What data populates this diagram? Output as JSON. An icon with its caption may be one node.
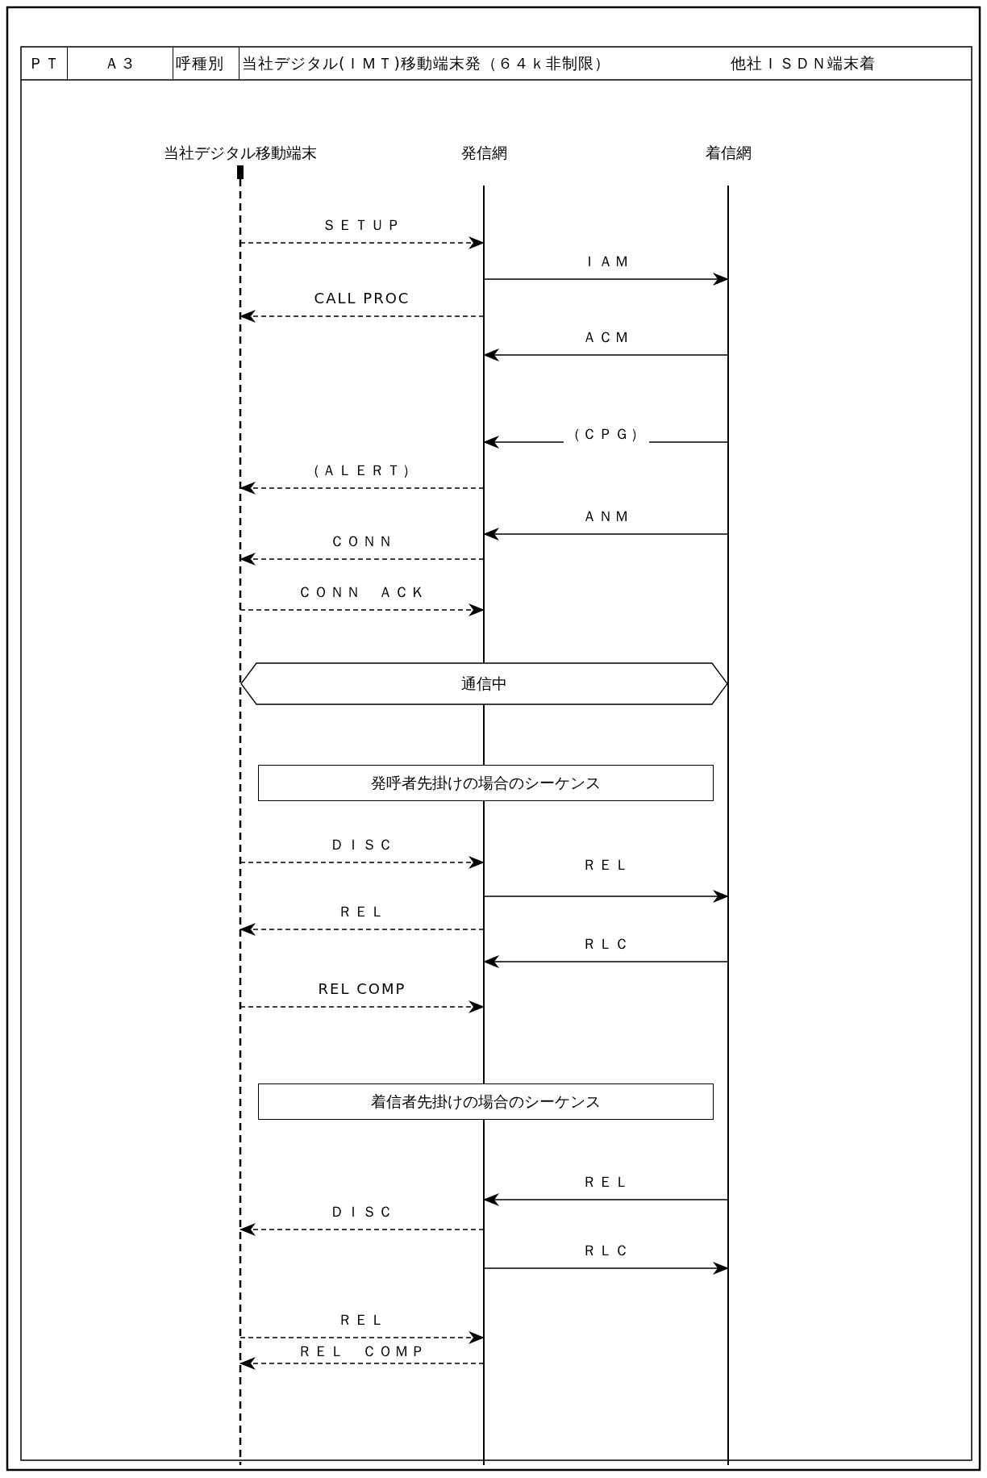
{
  "diagram": {
    "nodes": [
      {
        "text": [
          "当社デジタル移動端末"
        ]
      },
      {
        "text": [
          "発信網"
        ]
      },
      {
        "text": [
          "着信網"
        ]
      },
      {
        "text": [
          "通信中"
        ]
      },
      {
        "text": [
          "発呼者先掛けの場合のシーケンス"
        ]
      },
      {
        "text": [
          "着信者先掛けの場合のシーケンス"
        ]
      }
    ],
    "edges": [
      {
        "from": 0,
        "to": 1,
        "arrow": "to",
        "label": "ＳＥＴＵＰ",
        "style": "dashed"
      },
      {
        "from": 1,
        "to": 2,
        "arrow": "to",
        "label": "ＩＡＭ"
      },
      {
        "from": 1,
        "to": 0,
        "arrow": "to",
        "label": "CALL PROC",
        "style": "dashed"
      },
      {
        "from": 2,
        "to": 1,
        "arrow": "to",
        "label": "ＡＣＭ"
      },
      {
        "from": 2,
        "to": 1,
        "arrow": "to",
        "label": "（ＣＰＧ）"
      },
      {
        "from": 1,
        "to": 0,
        "arrow": "to",
        "label": "（ＡＬＥＲＴ）",
        "style": "dashed"
      },
      {
        "from": 2,
        "to": 1,
        "arrow": "to",
        "label": "ＡＮＭ"
      },
      {
        "from": 1,
        "to": 0,
        "arrow": "to",
        "label": "ＣＯＮＮ",
        "style": "dashed"
      },
      {
        "from": 0,
        "to": 1,
        "arrow": "to",
        "label": "ＣＯＮＮ　ＡＣＫ",
        "style": "dashed"
      },
      {
        "from": 0,
        "to": 1,
        "arrow": "to",
        "label": "ＤＩＳＣ",
        "style": "dashed"
      },
      {
        "from": 1,
        "to": 2,
        "arrow": "to",
        "label": "ＲＥＬ"
      },
      {
        "from": 1,
        "to": 0,
        "arrow": "to",
        "label": "ＲＥＬ",
        "style": "dashed"
      },
      {
        "from": 2,
        "to": 1,
        "arrow": "to",
        "label": "ＲＬＣ"
      },
      {
        "from": 0,
        "to": 1,
        "arrow": "to",
        "label": "REL COMP",
        "style": "dashed"
      },
      {
        "from": 2,
        "to": 1,
        "arrow": "to",
        "label": "ＲＥＬ"
      },
      {
        "from": 1,
        "to": 0,
        "arrow": "to",
        "label": "ＤＩＳＣ",
        "style": "dashed"
      },
      {
        "from": 1,
        "to": 2,
        "arrow": "to",
        "label": "ＲＬＣ"
      },
      {
        "from": 0,
        "to": 1,
        "arrow": "to",
        "label": "ＲＥＬ",
        "style": "dashed"
      },
      {
        "from": 1,
        "to": 0,
        "arrow": "to",
        "label": "ＲＥＬ　ＣＯＭＰ",
        "style": "dashed"
      }
    ],
    "labels": [
      "ＰＴ",
      "Ａ３",
      "呼種別",
      "当社デジタル(ＩＭＴ)移動端末発（６４ｋ非制限）",
      "他社ＩＳＤＮ端末着"
    ]
  }
}
